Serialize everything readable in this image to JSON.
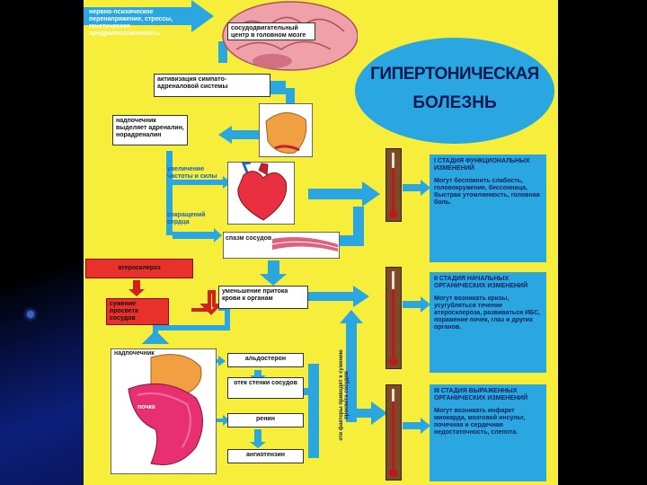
{
  "title": {
    "line1": "ГИПЕРТОНИЧЕСКАЯ",
    "line2": "БОЛЕЗНЬ"
  },
  "colors": {
    "poster_bg": "#f6ee3a",
    "arrow_blue": "#2aa6e0",
    "stage_bg": "#2aa6e0",
    "red_box": "#e8312a"
  },
  "left_flow": {
    "risk_factors": "нервно-психическое перенапряжение, стрессы, генетическая предрасположенность",
    "vasomotor_center": "сосудодвигательный центр в головном мозге",
    "sympatho_activation": "активизация симпато-адреналовой системы",
    "adrenal_secretes": "надпочечник выделяет адреналин, норадреналин",
    "heart_rate": "увеличение частоты и силы",
    "heart_contraction": "сокращений сердца",
    "vessel_spasm": "спазм сосудов",
    "atherosclerosis": "атеросклероз",
    "lumen_narrowing": "сужение просвета сосудов",
    "blood_flow_decrease": "уменьшение притока крови к органам",
    "adrenal_label": "надпочечник",
    "kidney_label": "почка",
    "aldosterone": "альдостерон",
    "vessel_edema": "отек стенки сосудов",
    "renin": "ренин",
    "angiotensin": "ангиотензин",
    "vertical_note": "эти факторы приводят к сужению просвета сосудов"
  },
  "stages": [
    {
      "heading": "I СТАДИЯ ФУНКЦИОНАЛЬНЫХ ИЗМЕНЕНИЙ",
      "body": "Могут беспокоить слабость, головокружение, бессонница, быстрая утомляемость, головная боль.",
      "level": 0.75
    },
    {
      "heading": "II СТАДИЯ НАЧАЛЬНЫХ ОРГАНИЧЕСКИХ ИЗМЕНЕНИЙ",
      "body": "Могут возникать кризы, усугубляться течение атеросклероза, развиваться ИБС, поражение почек, глаз и других органов.",
      "level": 0.8
    },
    {
      "heading": "III СТАДИЯ ВЫРАЖЕННЫХ ОРГАНИЧЕСКИХ ИЗМЕНЕНИЙ",
      "body": "Могут возникать инфаркт миокарда, мозговой инсульт, почечная и сердечная недостаточность, слепота.",
      "level": 0.85
    }
  ]
}
